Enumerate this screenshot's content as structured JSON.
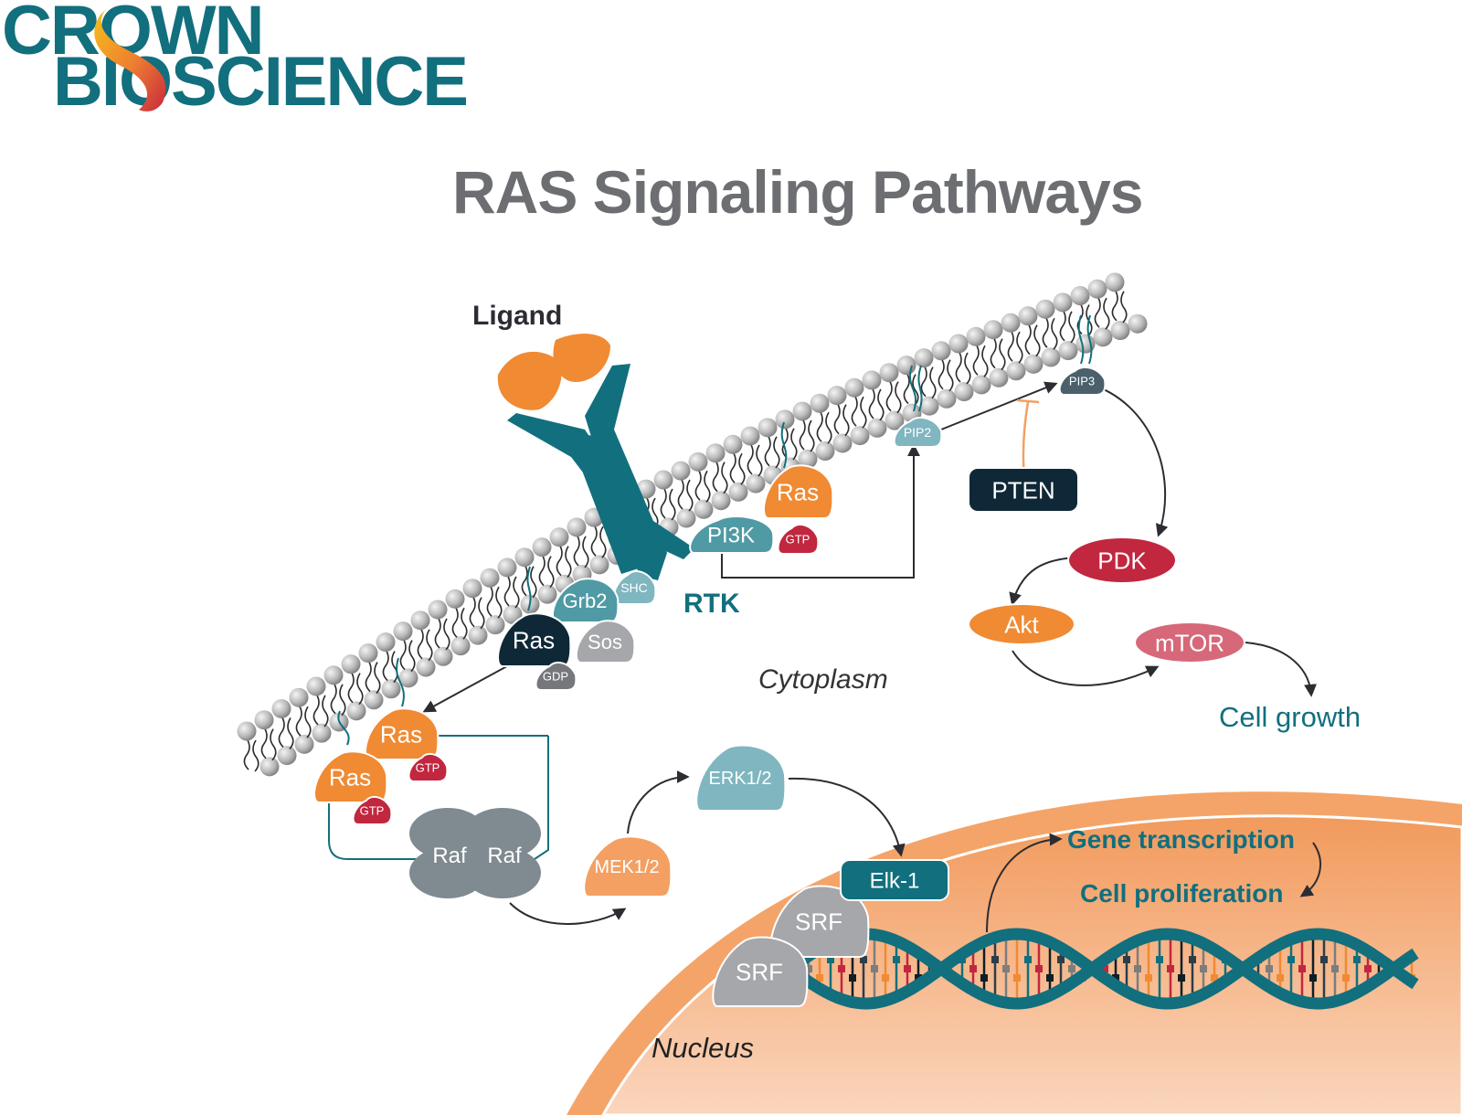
{
  "brand": {
    "logo_line1": "CROWN",
    "logo_line2": "BIOSCIENCE",
    "logo_color": "#126f7d",
    "logo_accent_gradient": [
      "#f5c21b",
      "#ee7d30",
      "#c8283f"
    ]
  },
  "title": "RAS Signaling Pathways",
  "labels": {
    "ligand": "Ligand",
    "rtk": "RTK",
    "cytoplasm": "Cytoplasm",
    "nucleus": "Nucleus",
    "cell_growth": "Cell growth",
    "gene_transcription": "Gene transcription",
    "cell_proliferation": "Cell proliferation"
  },
  "proteins": {
    "grb2": "Grb2",
    "shc": "SHC",
    "sos": "Sos",
    "ras_gdp": "Ras",
    "gdp": "GDP",
    "ras_pi3k": "Ras",
    "gtp_pi3k": "GTP",
    "pi3k": "PI3K",
    "pip2": "PIP2",
    "pip3": "PIP3",
    "pten": "PTEN",
    "pdk": "PDK",
    "akt": "Akt",
    "mtor": "mTOR",
    "ras_a": "Ras",
    "gtp_a": "GTP",
    "ras_b": "Ras",
    "gtp_b": "GTP",
    "raf_1": "Raf",
    "raf_2": "Raf",
    "mek": "MEK1/2",
    "erk": "ERK1/2",
    "elk1": "Elk-1",
    "srf_1": "SRF",
    "srf_2": "SRF"
  },
  "colors": {
    "teal_dark": "#126f7d",
    "teal_mid": "#4f9aa4",
    "teal_light": "#7fb6c0",
    "orange": "#f08a33",
    "orange_light": "#f3a062",
    "crimson": "#c1273f",
    "navy": "#0f2837",
    "slate": "#4a616c",
    "gray_protein": "#a6a7ab",
    "raf_gray": "#7f8a91",
    "pink": "#d6687a",
    "title_gray": "#6d6e72",
    "text_dark": "#2c2c33",
    "nucleus_top": "#f29a5c",
    "nucleus_bottom": "#fad6bd"
  }
}
